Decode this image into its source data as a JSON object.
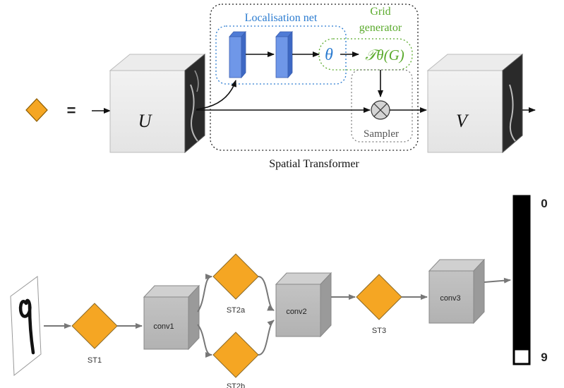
{
  "top": {
    "legend_equals": "=",
    "localisation_label": "Localisation net",
    "grid_label_line1": "Grid",
    "grid_label_line2": "generator",
    "theta_symbol": "θ",
    "transform_label": "𝒯θ(G)",
    "sampler_label": "Sampler",
    "input_label": "U",
    "output_label": "V",
    "module_caption": "Spatial Transformer",
    "colors": {
      "localisation": "#2a7bd0",
      "grid": "#5aaa2c",
      "layer_fill": "#6f97e8",
      "diamond": "#f5a623"
    }
  },
  "bottom": {
    "nodes": {
      "st1": "ST1",
      "conv1": "conv1",
      "st2a": "ST2a",
      "st2b": "ST2b",
      "conv2": "conv2",
      "st3": "ST3",
      "conv3": "conv3"
    },
    "output_scale": {
      "top_label": "0",
      "bottom_label": "9"
    }
  }
}
